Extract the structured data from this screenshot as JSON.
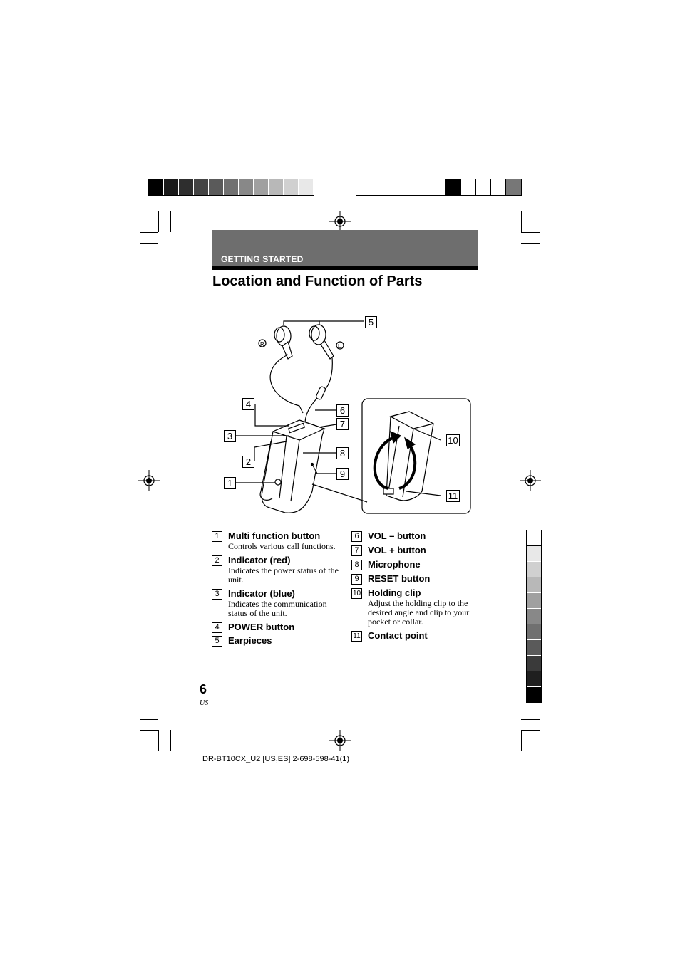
{
  "section": {
    "label": "GETTING STARTED"
  },
  "title": "Location and Function of Parts",
  "callouts": [
    "1",
    "2",
    "3",
    "4",
    "5",
    "6",
    "7",
    "8",
    "9",
    "10",
    "11"
  ],
  "earbud_labels": {
    "right": "R",
    "left": "L"
  },
  "parts_left": [
    {
      "num": "1",
      "name": "Multi function button",
      "desc": "Controls various call functions."
    },
    {
      "num": "2",
      "name": "Indicator (red)",
      "desc": "Indicates the power status of the unit."
    },
    {
      "num": "3",
      "name": "Indicator (blue)",
      "desc": "Indicates the communication status of the unit."
    },
    {
      "num": "4",
      "name": "POWER button",
      "desc": ""
    },
    {
      "num": "5",
      "name": "Earpieces",
      "desc": ""
    }
  ],
  "parts_right": [
    {
      "num": "6",
      "name": "VOL – button",
      "desc": ""
    },
    {
      "num": "7",
      "name": "VOL + button",
      "desc": ""
    },
    {
      "num": "8",
      "name": "Microphone",
      "desc": ""
    },
    {
      "num": "9",
      "name": "RESET button",
      "desc": ""
    },
    {
      "num": "10",
      "name": "Holding clip",
      "desc": "Adjust the holding clip to the desired angle and clip to your pocket or collar."
    },
    {
      "num": "11",
      "name": "Contact point",
      "desc": ""
    }
  ],
  "page": {
    "number": "6",
    "locale": "US"
  },
  "footer": {
    "code": "DR-BT10CX_U2 [US,ES] 2-698-598-41(1)"
  },
  "colors": {
    "section_bar": "#6e6e6e",
    "left_strip": [
      "#000000",
      "#1a1a1a",
      "#2e2e2e",
      "#444444",
      "#5a5a5a",
      "#707070",
      "#888888",
      "#a0a0a0",
      "#b8b8b8",
      "#d0d0d0",
      "#e8e8e8"
    ],
    "right_strip_filled_index": 6,
    "right_strip_last": "#777777",
    "side_tabs": [
      "#ffffff",
      "#e8e8e8",
      "#d0d0d0",
      "#b8b8b8",
      "#a0a0a0",
      "#888888",
      "#707070",
      "#5a5a5a",
      "#3a3a3a",
      "#1f1f1f",
      "#000000"
    ]
  }
}
